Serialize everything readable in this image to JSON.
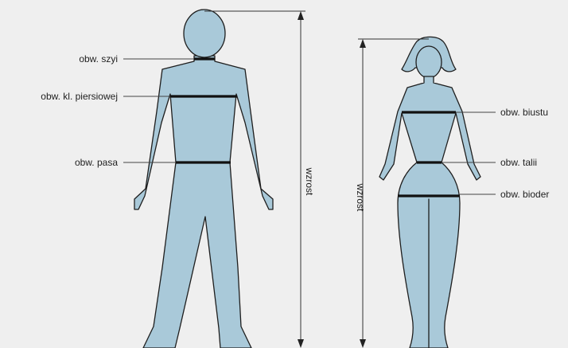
{
  "male": {
    "labels": {
      "neck": "obw. szyi",
      "chest": "obw. kl. piersiowej",
      "waist": "obw. pasa"
    },
    "height_label": "wzrost"
  },
  "female": {
    "labels": {
      "bust": "obw. biustu",
      "waist": "obw. talii",
      "hips": "obw. bioder"
    },
    "height_label": "wzrost"
  },
  "colors": {
    "figure_fill": "#a9c9d9",
    "outline": "#1e1e1e",
    "background": "#efefef"
  }
}
